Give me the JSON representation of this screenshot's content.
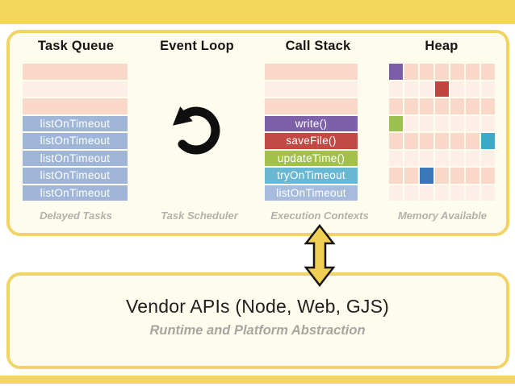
{
  "colors": {
    "accent_yellow": "#f5d65c",
    "panel_border": "#f1d366",
    "panel_bg": "#fefcec",
    "arrow_fill": "#f1cf52",
    "icon_black": "#0f0f0f"
  },
  "diagram": {
    "headers": [
      {
        "label": "Task Queue"
      },
      {
        "label": "Event Loop"
      },
      {
        "label": "Call Stack"
      },
      {
        "label": "Heap"
      }
    ],
    "footers": [
      {
        "label": "Delayed Tasks"
      },
      {
        "label": "Task Scheduler"
      },
      {
        "label": "Execution Contexts"
      },
      {
        "label": "Memory Available"
      }
    ],
    "event_loop_icon": "counterclockwise-circular-arrow",
    "queue": {
      "rows": [
        {
          "label": "",
          "color": "#f9d7c9"
        },
        {
          "label": "",
          "color": "#fdefe8"
        },
        {
          "label": "",
          "color": "#f9d7c9"
        },
        {
          "label": "listOnTimeout",
          "color": "#a0b6d9"
        },
        {
          "label": "listOnTimeout",
          "color": "#a0b6d9"
        },
        {
          "label": "listOnTimeout",
          "color": "#a0b6d9"
        },
        {
          "label": "listOnTimeout",
          "color": "#a0b6d9"
        },
        {
          "label": "listOnTimeout",
          "color": "#a0b6d9"
        }
      ]
    },
    "stack": {
      "rows": [
        {
          "label": "",
          "color": "#f9d7c9"
        },
        {
          "label": "",
          "color": "#fdefe8"
        },
        {
          "label": "",
          "color": "#f9d7c9"
        },
        {
          "label": "write()",
          "color": "#7d60a8"
        },
        {
          "label": "saveFile()",
          "color": "#c24a45"
        },
        {
          "label": "updateTime()",
          "color": "#a3c04b"
        },
        {
          "label": "tryOnTimeout",
          "color": "#68b8d3"
        },
        {
          "label": "listOnTimeout",
          "color": "#a7bbdc"
        }
      ]
    },
    "heap": {
      "palette": {
        "m": "#f9d7c9",
        "l": "#fdefe8",
        "P": "#7b5ca6",
        "R": "#c0453f",
        "G": "#9dc14f",
        "C": "#3fa9c9",
        "B": "#3c76ba"
      },
      "grid": [
        [
          "P",
          "m",
          "m",
          "m",
          "m",
          "m",
          "m"
        ],
        [
          "l",
          "l",
          "l",
          "R",
          "l",
          "l",
          "l"
        ],
        [
          "m",
          "m",
          "m",
          "m",
          "m",
          "m",
          "m"
        ],
        [
          "G",
          "l",
          "l",
          "l",
          "l",
          "l",
          "l"
        ],
        [
          "m",
          "m",
          "m",
          "m",
          "m",
          "m",
          "C"
        ],
        [
          "l",
          "l",
          "l",
          "l",
          "l",
          "l",
          "l"
        ],
        [
          "m",
          "m",
          "B",
          "m",
          "m",
          "m",
          "m"
        ],
        [
          "l",
          "l",
          "l",
          "l",
          "l",
          "l",
          "l"
        ]
      ]
    }
  },
  "vendor_panel": {
    "title": "Vendor APIs (Node, Web, GJS)",
    "subtitle": "Runtime and Platform Abstraction"
  }
}
